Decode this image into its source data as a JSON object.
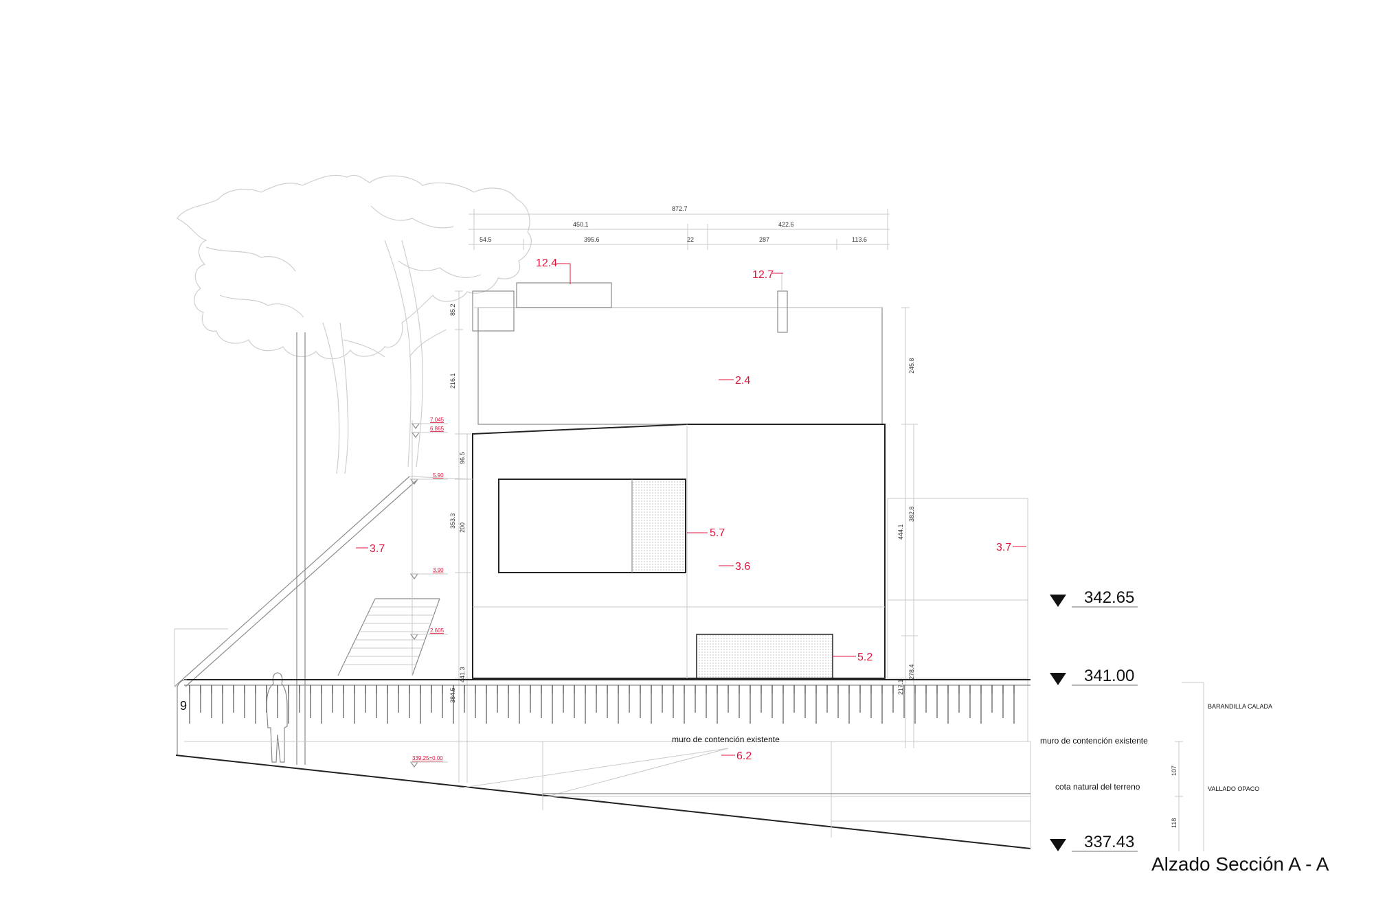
{
  "title": "Alzado Sección A - A",
  "dimensions_top": {
    "total": "872.7",
    "split": [
      "450.1",
      "422.6"
    ],
    "parts": [
      "54.5",
      "395.6",
      "22",
      "287",
      "113.6"
    ]
  },
  "dimensions_left": [
    "85.2",
    "216.1",
    "96.5",
    "353.3",
    "200",
    "441.3",
    "384.5"
  ],
  "dimensions_right": [
    "245.8",
    "444.1",
    "382.8",
    "278.4",
    "217.1"
  ],
  "dimensions_side": [
    "107",
    "118"
  ],
  "red_labels": [
    "12.4",
    "12.7",
    "2.4",
    "5.7",
    "3.6",
    "3.7",
    "3.7",
    "5.2",
    "6.2"
  ],
  "small_levels": [
    "7.045",
    "6.865",
    "5.90",
    "3.90",
    "2.605",
    "339.25=0.00"
  ],
  "levels": [
    "342.65",
    "341.00",
    "337.43"
  ],
  "grid_mark": "9",
  "notes": {
    "wall_left": "muro de contención existente",
    "wall_right": "muro de contención existente",
    "terrain": "cota natural del terreno",
    "railing": "BARANDILLA CALADA",
    "fence": "VALLADO OPACO"
  }
}
